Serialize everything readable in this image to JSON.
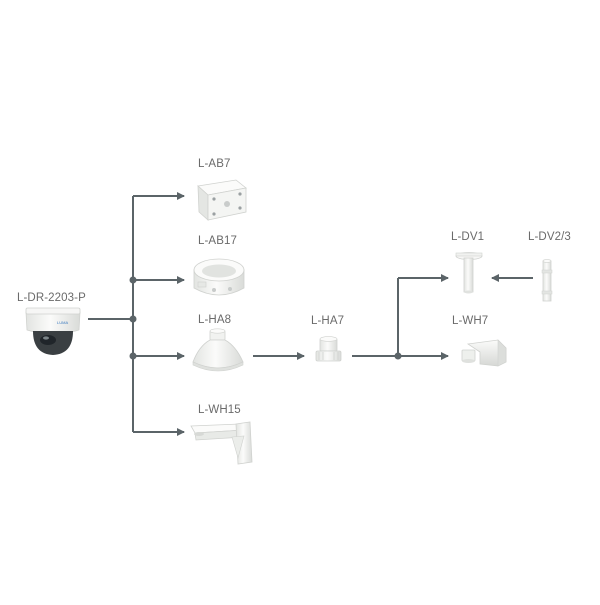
{
  "labels": {
    "camera": "L-DR-2203-P",
    "ab7": "L-AB7",
    "ab17": "L-AB17",
    "ha8": "L-HA8",
    "wh15": "L-WH15",
    "ha7": "L-HA7",
    "dv1": "L-DV1",
    "dv23": "L-DV2/3",
    "wh7": "L-WH7"
  },
  "camera_brand": "LUMA",
  "colors": {
    "connector": "#5b6468",
    "product": "#f1f2f0",
    "product_shade": "#d4d6d3",
    "lens": "#2f3336",
    "label": "#6a6a6a"
  }
}
